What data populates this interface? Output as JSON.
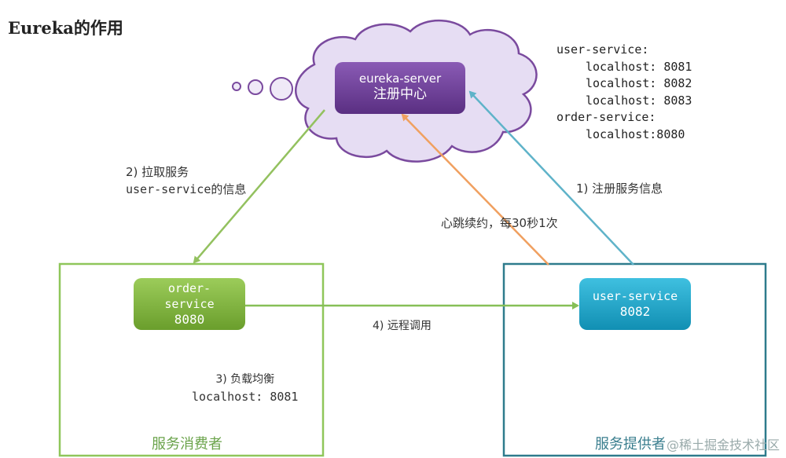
{
  "title": "Eureka的作用",
  "registry": {
    "name": "eureka-server",
    "label": "注册中心"
  },
  "registry_list": {
    "line1": "user-service:",
    "line2": "localhost: 8081",
    "line3": "localhost: 8082",
    "line4": "localhost: 8083",
    "line5": "order-service:",
    "line6": "localhost:8080"
  },
  "consumer": {
    "name_line1": "order-",
    "name_line2": "service",
    "port": "8080",
    "box_label": "服务消费者"
  },
  "provider": {
    "name": "user-service",
    "port": "8082",
    "box_label": "服务提供者"
  },
  "steps": {
    "pull_line1": "2) 拉取服务",
    "pull_line2": "user-service的信息",
    "register": "1) 注册服务信息",
    "heartbeat": "心跳续约，每30秒1次",
    "remote_call": "4) 远程调用",
    "lb_line1": "3) 负载均衡",
    "lb_line2": "localhost: 8081"
  },
  "watermark": "@稀土掘金技术社区",
  "colors": {
    "registry_node": "#6b3f95",
    "cloud_fill": "#e6ddf3",
    "cloud_stroke": "#7a4a9e",
    "consumer_node": "#7fb23a",
    "provider_node": "#1ea7c9",
    "consumer_box": "#8fc65a",
    "provider_box": "#2e7b8c",
    "arrow_pull": "#93c15f",
    "arrow_register": "#5fb3c9",
    "arrow_heartbeat": "#f0a060",
    "arrow_call": "#86bf57"
  }
}
